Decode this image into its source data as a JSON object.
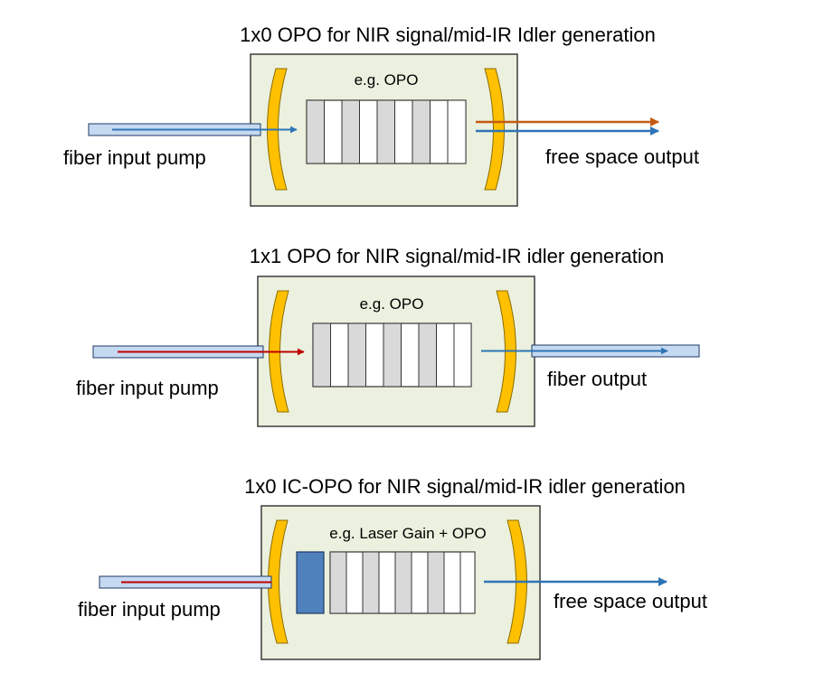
{
  "colors": {
    "box_fill": "#ebf1de",
    "box_stroke": "#3b3b3b",
    "mirror": "#ffc000",
    "mirror_stroke": "#8a6d00",
    "fiber_fill": "#c5d9f1",
    "fiber_stroke": "#1f3864",
    "crystal_gray": "#d9d9d9",
    "pump_red": "#c00000",
    "beam_blue": "#2e75b6",
    "beam_orange": "#c55a11",
    "gain_block": "#4f81bd"
  },
  "panels": [
    {
      "title": "1x0 OPO for NIR signal/mid-IR Idler generation",
      "crystal_label": "e.g. OPO",
      "input_label": "fiber input pump",
      "output_label": "free space output"
    },
    {
      "title": "1x1 OPO for NIR signal/mid-IR idler generation",
      "crystal_label": "e.g. OPO",
      "input_label": "fiber input pump",
      "output_label": "fiber output"
    },
    {
      "title": "1x0 IC-OPO for NIR signal/mid-IR idler generation",
      "crystal_label": "e.g. Laser Gain + OPO",
      "input_label": "fiber input pump",
      "output_label": "free space output"
    }
  ]
}
